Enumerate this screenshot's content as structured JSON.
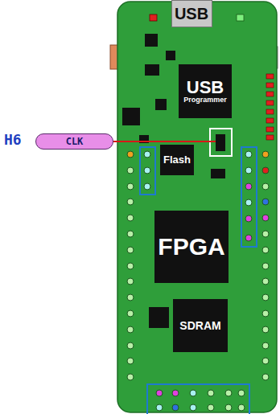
{
  "diagram": {
    "nodes": [
      {
        "text": [
          "USB"
        ]
      },
      {
        "text": [
          "USB",
          "Programmer"
        ]
      },
      {
        "text": [
          "CLK"
        ]
      },
      {
        "text": [
          "Flash"
        ]
      },
      {
        "text": [
          "FPGA"
        ]
      },
      {
        "text": [
          "SDRAM"
        ]
      }
    ],
    "labels": [
      "H6"
    ]
  }
}
